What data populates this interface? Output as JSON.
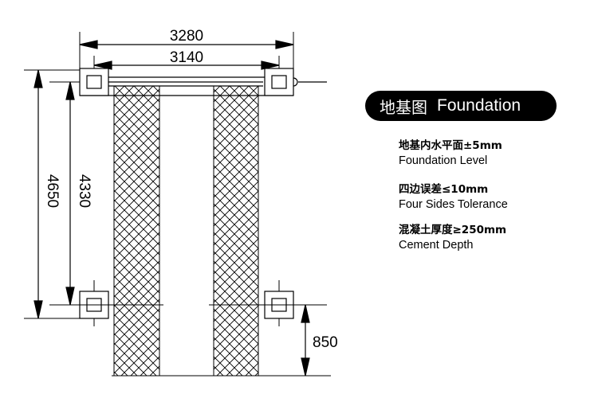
{
  "dimensions": {
    "overall_width": "3280",
    "inner_width": "3140",
    "overall_length": "4650",
    "inner_length": "4330",
    "front_offset": "850"
  },
  "title": {
    "zh": "地基图",
    "en": "Foundation"
  },
  "specs": [
    {
      "zh": "地基内水平面±5mm",
      "en": "Foundation Level"
    },
    {
      "zh": "四边误差≤10mm",
      "en": "Four Sides Tolerance"
    },
    {
      "zh": "混凝土厚度≥250mm",
      "en": "Cement Depth"
    }
  ]
}
